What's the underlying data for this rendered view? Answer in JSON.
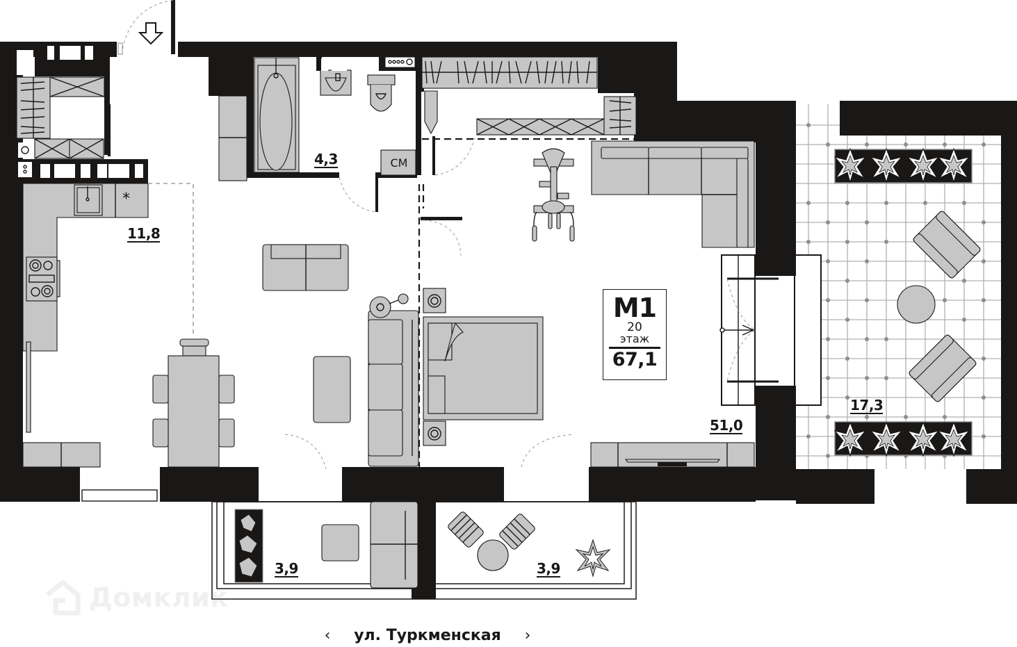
{
  "plan": {
    "unit_badge": {
      "title": "М1",
      "floor_number": "20",
      "floor_word": "этаж",
      "total_area": "67,1"
    },
    "rooms": [
      {
        "id": "kitchen",
        "area": "11,8"
      },
      {
        "id": "bathroom",
        "area": "4,3"
      },
      {
        "id": "living-area",
        "area": "51,0"
      },
      {
        "id": "terrace",
        "area": "17,3"
      },
      {
        "id": "balcony-left",
        "area": "3,9"
      },
      {
        "id": "balcony-right",
        "area": "3,9"
      }
    ],
    "appliance_labels": {
      "washing_machine": "СМ",
      "fridge_symbol": "*"
    },
    "street": {
      "name": "ул. Туркменская",
      "prev_icon": "chevron-left-icon",
      "next_icon": "chevron-right-icon",
      "prev_glyph": "‹",
      "next_glyph": "›"
    },
    "watermark": {
      "text": "Домклик",
      "icon": "house-logo-icon"
    },
    "entry_icon": "entry-arrow-down-icon",
    "colors": {
      "wall": "#1a1817",
      "furniture": "#c6c6c6",
      "background": "#ffffff",
      "grid": "#b0b0b0"
    }
  }
}
